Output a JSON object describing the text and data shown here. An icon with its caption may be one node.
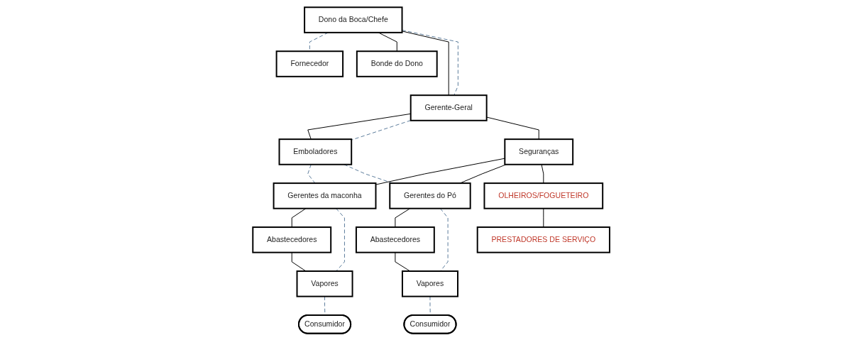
{
  "diagram": {
    "nodes": [
      {
        "text": [
          "Dono da Boca/Chefe"
        ]
      },
      {
        "text": [
          "Fornecedor"
        ]
      },
      {
        "text": [
          "Bonde do Dono"
        ]
      },
      {
        "text": [
          "Gerente-Geral"
        ]
      },
      {
        "text": [
          "Emboladores"
        ]
      },
      {
        "text": [
          "Seguranças"
        ]
      },
      {
        "text": [
          "Gerentes da maconha"
        ]
      },
      {
        "text": [
          "Gerentes do Pó"
        ]
      },
      {
        "text": [
          "Abastecedores"
        ]
      },
      {
        "text": [
          "Abastecedores"
        ]
      },
      {
        "text": [
          "Vapores"
        ]
      },
      {
        "text": [
          "Vapores"
        ]
      },
      {
        "text": [
          "OLHEIROS/FOGUETEIRO"
        ]
      },
      {
        "text": [
          "Consumidor"
        ]
      },
      {
        "text": [
          "PRESTADORES DE SERVIÇO"
        ]
      },
      {
        "text": [
          "Consumidor"
        ]
      }
    ],
    "edges": [
      {
        "from": 0,
        "to": 1,
        "arrow": "none",
        "style": "dashed",
        "color": "#5b7b9b"
      },
      {
        "from": 0,
        "to": 2,
        "arrow": "none"
      },
      {
        "from": 0,
        "to": 3,
        "arrow": "none"
      },
      {
        "from": 0,
        "to": 3,
        "arrow": "none",
        "style": "dashed",
        "color": "#5b7b9b"
      },
      {
        "from": 3,
        "to": 4,
        "arrow": "none"
      },
      {
        "from": 3,
        "to": 4,
        "arrow": "none",
        "style": "dashed",
        "color": "#5b7b9b"
      },
      {
        "from": 3,
        "to": 5,
        "arrow": "none"
      },
      {
        "from": 4,
        "to": 6,
        "arrow": "none",
        "style": "dashed",
        "color": "#5b7b9b"
      },
      {
        "from": 4,
        "to": 7,
        "arrow": "none",
        "style": "dashed",
        "color": "#5b7b9b"
      },
      {
        "from": 5,
        "to": 6,
        "arrow": "none"
      },
      {
        "from": 5,
        "to": 7,
        "arrow": "none"
      },
      {
        "from": 5,
        "to": 12,
        "arrow": "none"
      },
      {
        "from": 6,
        "to": 8,
        "arrow": "none"
      },
      {
        "from": 6,
        "to": 10,
        "arrow": "none",
        "style": "dashed",
        "color": "#5b7b9b"
      },
      {
        "from": 8,
        "to": 10,
        "arrow": "none"
      },
      {
        "from": 7,
        "to": 9,
        "arrow": "none"
      },
      {
        "from": 7,
        "to": 11,
        "arrow": "none",
        "style": "dashed",
        "color": "#5b7b9b"
      },
      {
        "from": 9,
        "to": 11,
        "arrow": "none"
      },
      {
        "from": 10,
        "to": 13,
        "arrow": "none",
        "style": "dashed",
        "color": "#5b7b9b"
      },
      {
        "from": 11,
        "to": 15,
        "arrow": "none",
        "style": "dashed",
        "color": "#5b7b9b"
      },
      {
        "from": 12,
        "to": 14,
        "arrow": "none"
      }
    ]
  }
}
